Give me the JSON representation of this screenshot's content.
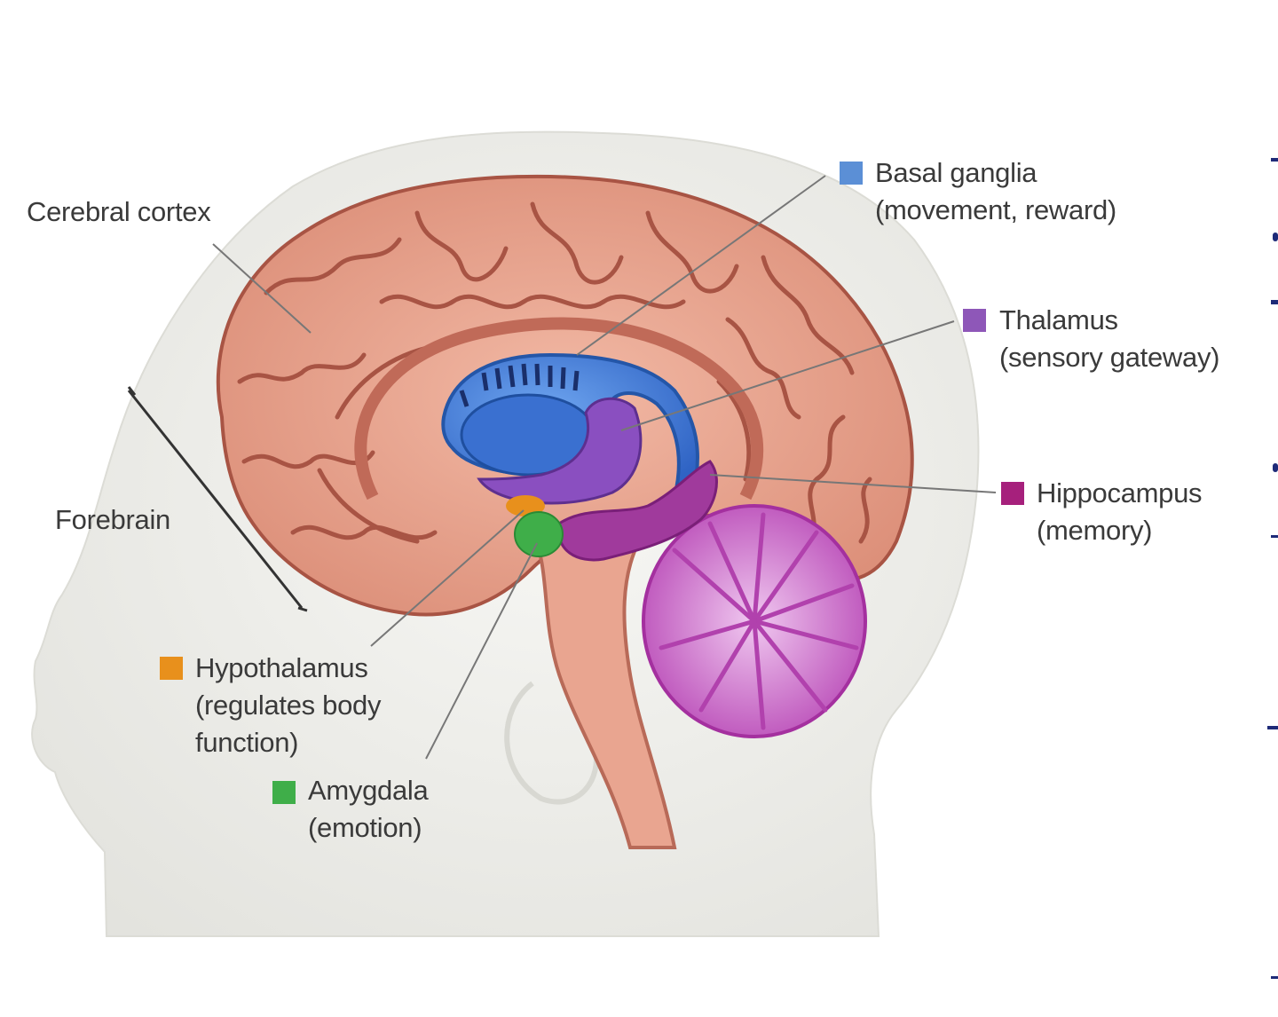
{
  "labels": {
    "cerebral_cortex": "Cerebral cortex",
    "forebrain": "Forebrain",
    "basal_ganglia": {
      "name": "Basal ganglia",
      "desc": "(movement, reward)",
      "color": "#5b8fd6"
    },
    "thalamus": {
      "name": "Thalamus",
      "desc": "(sensory gateway)",
      "color": "#8e57b8"
    },
    "hippocampus": {
      "name": "Hippocampus",
      "desc": "(memory)",
      "color": "#a6207c"
    },
    "hypothalamus": {
      "name": "Hypothalamus",
      "desc_line1": "(regulates body",
      "desc_line2": "function)",
      "color": "#e8901c"
    },
    "amygdala": {
      "name": "Amygdala",
      "desc": "(emotion)",
      "color": "#3fae49"
    }
  },
  "colors": {
    "cortex": "#e8a591",
    "cortex_dark": "#b35e4e",
    "head": "#efefeb",
    "brainstem": "#e9a590",
    "cerebellum": "#b845b6",
    "cerebellum_light": "#e6b6e8"
  }
}
